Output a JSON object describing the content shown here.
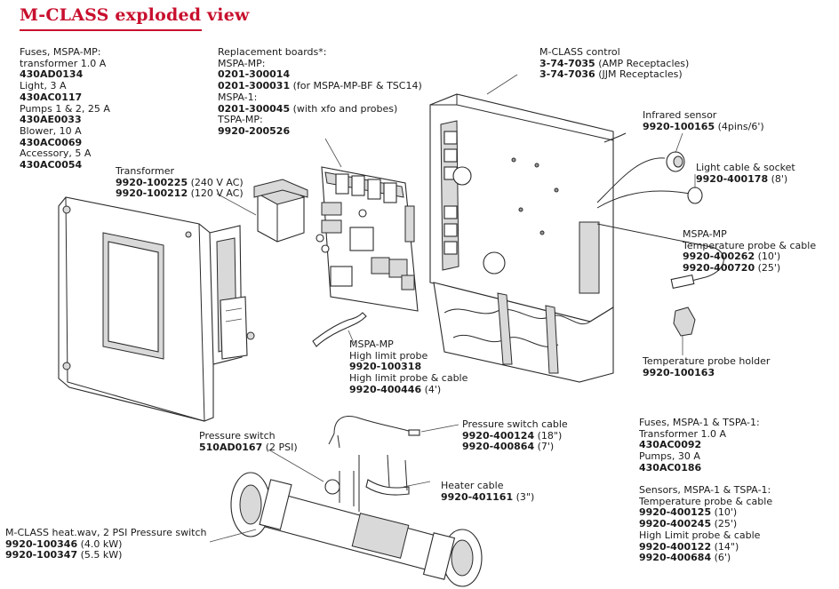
{
  "title": "M-CLASS exploded view",
  "colors": {
    "title": "#c8102e",
    "line": "#2a2a2a",
    "fill_gray": "#d9d9d9"
  },
  "fuses_mspa_mp": {
    "lines": [
      {
        "text": "Fuses, MSPA-MP:",
        "bold": false
      },
      {
        "text": "transformer 1.0 A",
        "bold": false
      },
      {
        "text": "430AD0134",
        "bold": true
      },
      {
        "text": "Light, 3 A",
        "bold": false
      },
      {
        "text": "430AC0117",
        "bold": true
      },
      {
        "text": "Pumps 1 & 2, 25 A",
        "bold": false
      },
      {
        "text": "430AE0033",
        "bold": true
      },
      {
        "text": "Blower, 10 A",
        "bold": false
      },
      {
        "text": "430AC0069",
        "bold": true
      },
      {
        "text": "Accessory, 5 A",
        "bold": false
      },
      {
        "text": "430AC0054",
        "bold": true
      }
    ]
  },
  "replacement_boards": {
    "lines": [
      {
        "text": "Replacement boards*:",
        "bold": false
      },
      {
        "text": "MSPA-MP:",
        "bold": false
      },
      {
        "code": "0201-300014",
        "note": ""
      },
      {
        "code": "0201-300031",
        "note": " (for MSPA-MP-BF & TSC14)"
      },
      {
        "text": "MSPA-1:",
        "bold": false
      },
      {
        "code": "0201-300045",
        "note": " (with xfo and probes)"
      },
      {
        "text": "TSPA-MP:",
        "bold": false
      },
      {
        "code": "9920-200526",
        "note": ""
      }
    ]
  },
  "control": {
    "lines": [
      {
        "text": "M-CLASS control",
        "bold": false
      },
      {
        "code": "3-74-7035",
        "note": " (AMP Receptacles)"
      },
      {
        "code": "3-74-7036",
        "note": " (JJM Receptacles)"
      }
    ]
  },
  "infrared": {
    "lines": [
      {
        "text": "Infrared sensor",
        "bold": false
      },
      {
        "code": "9920-100165",
        "note": " (4pins/6')"
      }
    ]
  },
  "light_cable": {
    "lines": [
      {
        "text": "Light cable & socket",
        "bold": false
      },
      {
        "code": "9920-400178",
        "note": " (8')"
      }
    ]
  },
  "transformer": {
    "lines": [
      {
        "text": "Transformer",
        "bold": false
      },
      {
        "code": "9920-100225",
        "note": " (240 V AC)"
      },
      {
        "code": "9920-100212",
        "note": " (120 V AC)"
      }
    ]
  },
  "temp_probe_cable": {
    "lines": [
      {
        "text": "MSPA-MP",
        "bold": false
      },
      {
        "text": "Temperature probe & cable",
        "bold": false
      },
      {
        "code": "9920-400262",
        "note": " (10')"
      },
      {
        "code": "9920-400720",
        "note": " (25')"
      }
    ]
  },
  "high_limit": {
    "lines": [
      {
        "text": "MSPA-MP",
        "bold": false
      },
      {
        "text": "High limit probe",
        "bold": false
      },
      {
        "code": "9920-100318",
        "note": ""
      },
      {
        "text": "High limit probe & cable",
        "bold": false
      },
      {
        "code": "9920-400446",
        "note": " (4')"
      }
    ]
  },
  "probe_holder": {
    "lines": [
      {
        "text": "Temperature probe holder",
        "bold": false
      },
      {
        "code": "9920-100163",
        "note": ""
      }
    ]
  },
  "pressure_switch": {
    "lines": [
      {
        "text": "Pressure switch",
        "bold": false
      },
      {
        "code": "510AD0167",
        "note": " (2 PSI)"
      }
    ]
  },
  "pressure_switch_cable": {
    "lines": [
      {
        "text": "Pressure switch cable",
        "bold": false
      },
      {
        "code": "9920-400124",
        "note": " (18\")"
      },
      {
        "code": "9920-400864",
        "note": " (7')"
      }
    ]
  },
  "fuses_mspa1": {
    "lines": [
      {
        "text": "Fuses, MSPA-1 & TSPA-1:",
        "bold": false
      },
      {
        "text": "Transformer 1.0 A",
        "bold": false
      },
      {
        "text": "430AC0092",
        "bold": true
      },
      {
        "text": "Pumps, 30 A",
        "bold": false
      },
      {
        "text": "430AC0186",
        "bold": true
      }
    ]
  },
  "heater_cable": {
    "lines": [
      {
        "text": "Heater cable",
        "bold": false
      },
      {
        "code": "9920-401161",
        "note": " (3\")"
      }
    ]
  },
  "sensors": {
    "lines": [
      {
        "text": "Sensors, MSPA-1 & TSPA-1:",
        "bold": false
      },
      {
        "text": "Temperature probe & cable",
        "bold": false
      },
      {
        "code": "9920-400125",
        "note": " (10')"
      },
      {
        "code": "9920-400245",
        "note": " (25')"
      },
      {
        "text": "High Limit probe & cable",
        "bold": false
      },
      {
        "code": "9920-400122",
        "note": " (14\")"
      },
      {
        "code": "9920-400684",
        "note": " (6')"
      }
    ]
  },
  "heater": {
    "lines": [
      {
        "text": "M-CLASS heat.wav, 2 PSI Pressure switch",
        "bold": false
      },
      {
        "code": "9920-100346",
        "note": " (4.0 kW)"
      },
      {
        "code": "9920-100347",
        "note": " (5.5 kW)"
      }
    ]
  }
}
